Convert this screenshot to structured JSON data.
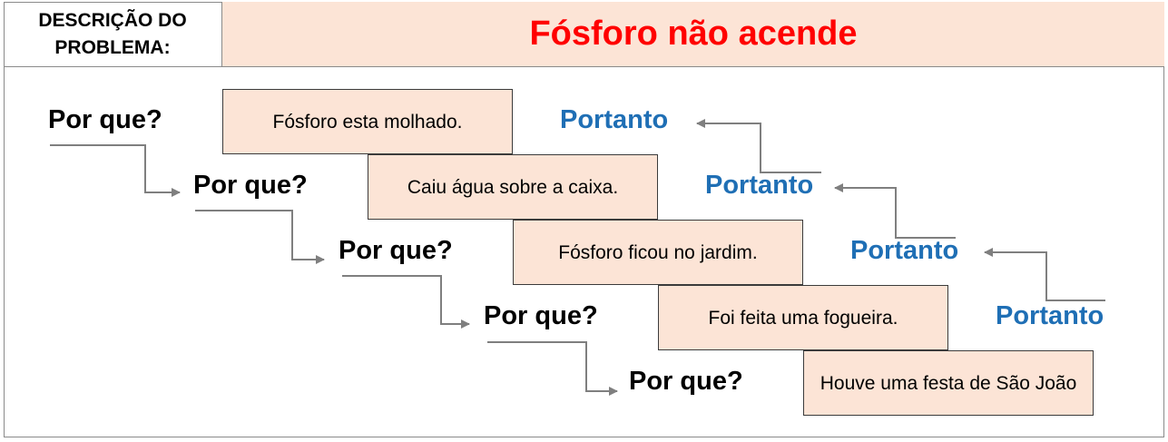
{
  "header": {
    "label_line1": "DESCRIÇÃO DO",
    "label_line2": "PROBLEMA:",
    "problem": "Fósforo não acende"
  },
  "why_label": "Por que?",
  "therefore_label": "Portanto",
  "causes": [
    "Fósforo esta molhado.",
    "Caiu água sobre a caixa.",
    "Fósforo ficou no jardim.",
    "Foi feita uma fogueira.",
    "Houve uma festa de São João"
  ],
  "colors": {
    "problem_text": "#ff0000",
    "box_fill": "#fce4d6",
    "therefore_text": "#1f6fb5",
    "arrow": "#7f7f7f"
  }
}
